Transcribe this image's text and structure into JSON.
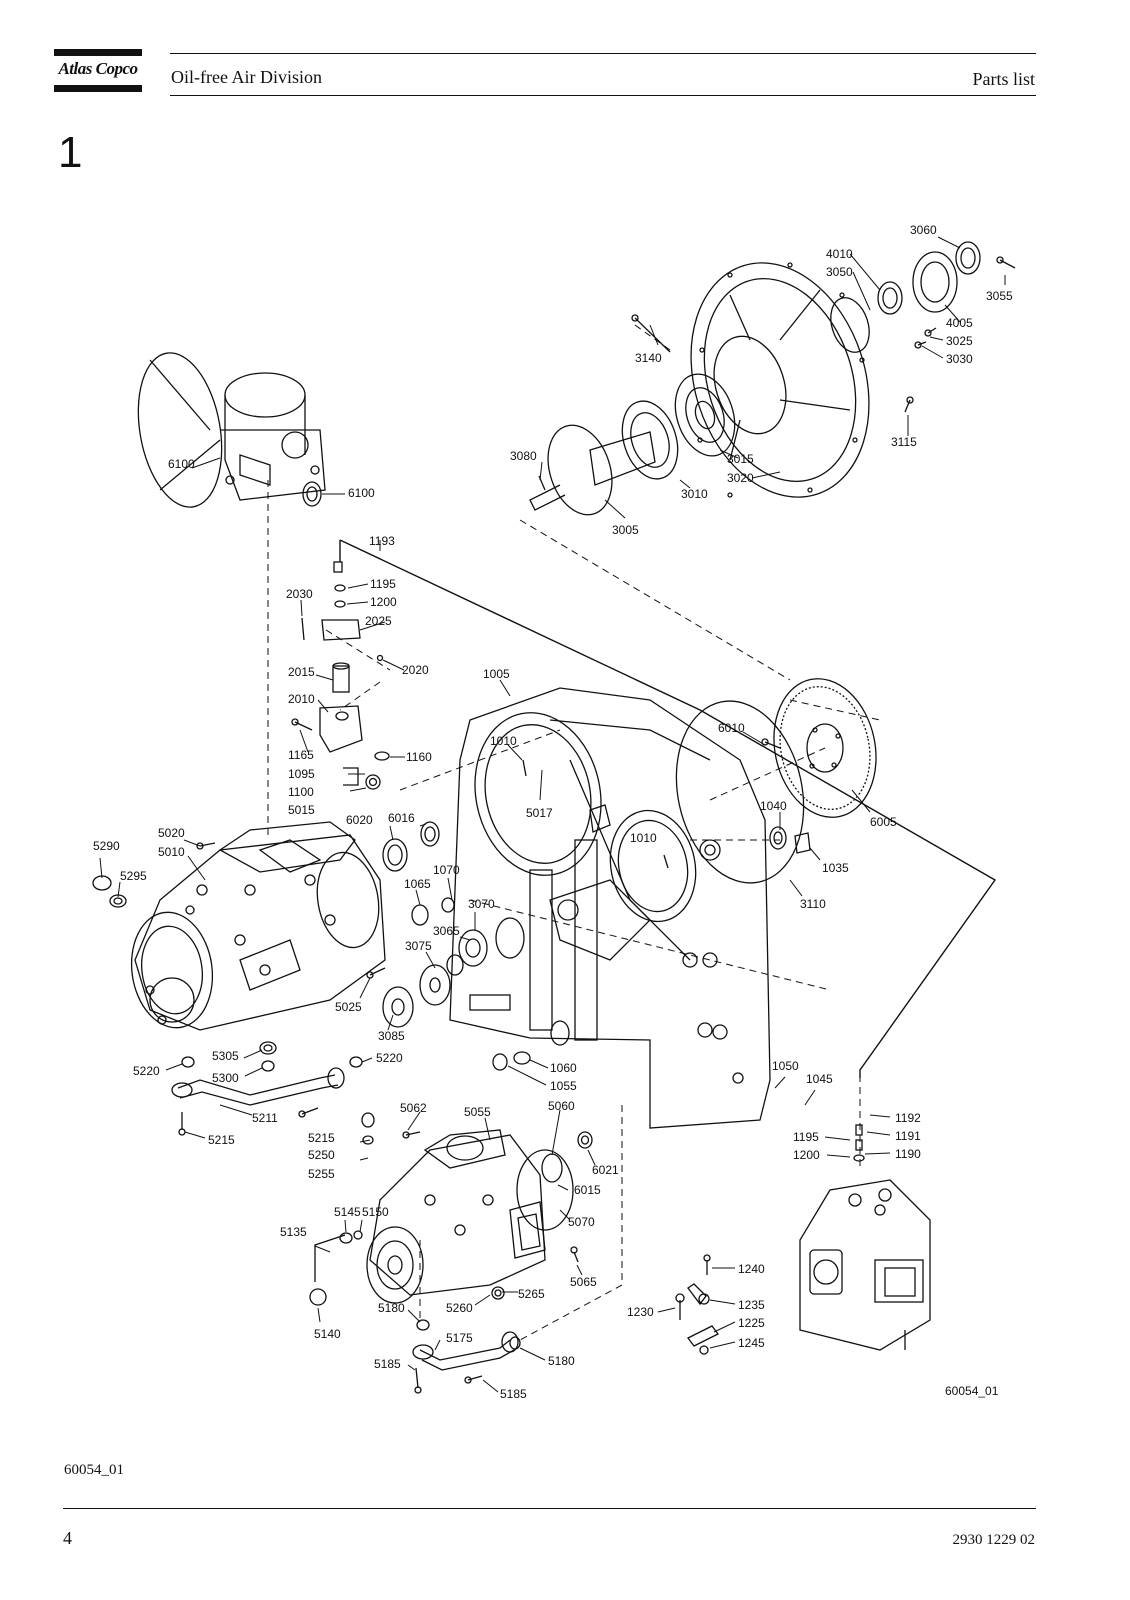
{
  "header": {
    "brand": "Atlas Copco",
    "division": "Oil-free Air Division",
    "doc_type": "Parts list"
  },
  "section_number": "1",
  "diagram": {
    "drawing_id": "60054_01",
    "callouts": [
      "3060",
      "4010",
      "3050",
      "3055",
      "4005",
      "3025",
      "3030",
      "3140",
      "3115",
      "3080",
      "3015",
      "3020",
      "3010",
      "3005",
      "6100",
      "1193",
      "1195",
      "1200",
      "2030",
      "2025",
      "2015",
      "2020",
      "2010",
      "1165",
      "1160",
      "1095",
      "1100",
      "5015",
      "1005",
      "1010",
      "5017",
      "6010",
      "6005",
      "1040",
      "1035",
      "3110",
      "5020",
      "5290",
      "5010",
      "5295",
      "6020",
      "6016",
      "1070",
      "1065",
      "3070",
      "3065",
      "3075",
      "5025",
      "3085",
      "5305",
      "5300",
      "5220",
      "5211",
      "5215",
      "1060",
      "1055",
      "1050",
      "1045",
      "1192",
      "1191",
      "1190",
      "5062",
      "5055",
      "5060",
      "5250",
      "5255",
      "6021",
      "6015",
      "5070",
      "5145",
      "5150",
      "5135",
      "5065",
      "5140",
      "5180",
      "5260",
      "5265",
      "5175",
      "5185",
      "1240",
      "1235",
      "1230",
      "1225",
      "1245"
    ]
  },
  "footer": {
    "figure_ref": "60054_01",
    "page_number": "4",
    "doc_number": "2930 1229 02"
  }
}
